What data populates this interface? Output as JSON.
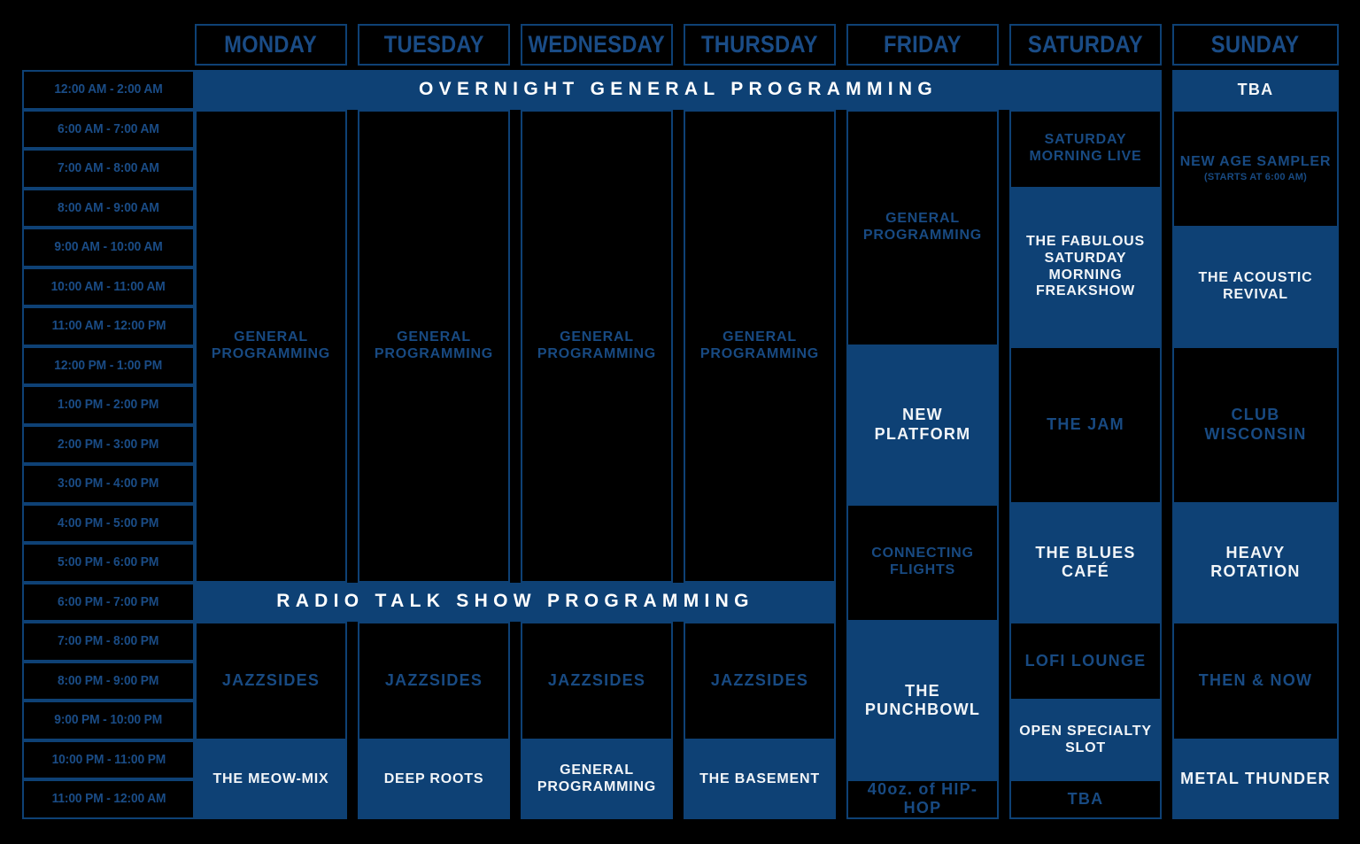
{
  "palette": {
    "background": "#000000",
    "accent_blue": "#0E4175",
    "text_blue": "#184A82",
    "text_light": "#F2F5F8"
  },
  "day_headers": [
    "MONDAY",
    "TUESDAY",
    "WEDNESDAY",
    "THURSDAY",
    "FRIDAY",
    "SATURDAY",
    "SUNDAY"
  ],
  "time_slots": [
    "12:00 AM - 2:00 AM",
    "6:00 AM - 7:00 AM",
    "7:00 AM - 8:00 AM",
    "8:00 AM - 9:00 AM",
    "9:00 AM - 10:00 AM",
    "10:00 AM - 11:00 AM",
    "11:00 AM - 12:00 PM",
    "12:00 PM - 1:00 PM",
    "1:00 PM - 2:00 PM",
    "2:00 PM - 3:00 PM",
    "3:00 PM - 4:00 PM",
    "4:00 PM - 5:00 PM",
    "5:00 PM - 6:00 PM",
    "6:00 PM - 7:00 PM",
    "7:00 PM - 8:00 PM",
    "8:00 PM - 9:00 PM",
    "9:00 PM - 10:00 PM",
    "10:00 PM - 11:00 PM",
    "11:00 PM - 12:00 AM"
  ],
  "banners": {
    "overnight": "OVERNIGHT GENERAL PROGRAMMING",
    "talk_show": "RADIO TALK SHOW PROGRAMMING"
  },
  "programs": {
    "monday": [
      {
        "title": "GENERAL PROGRAMMING",
        "style": "dark"
      },
      {
        "title": "JAZZSIDES",
        "style": "dark"
      },
      {
        "title": "THE MEOW-MIX",
        "style": "light"
      }
    ],
    "tuesday": [
      {
        "title": "GENERAL PROGRAMMING",
        "style": "dark"
      },
      {
        "title": "JAZZSIDES",
        "style": "dark"
      },
      {
        "title": "DEEP ROOTS",
        "style": "light"
      }
    ],
    "wednesday": [
      {
        "title": "GENERAL PROGRAMMING",
        "style": "dark"
      },
      {
        "title": "JAZZSIDES",
        "style": "dark"
      },
      {
        "title": "GENERAL PROGRAMMING",
        "style": "light"
      }
    ],
    "thursday": [
      {
        "title": "GENERAL PROGRAMMING",
        "style": "dark"
      },
      {
        "title": "JAZZSIDES",
        "style": "dark"
      },
      {
        "title": "THE BASEMENT",
        "style": "light"
      }
    ],
    "friday": [
      {
        "title": "GENERAL PROGRAMMING",
        "style": "dark"
      },
      {
        "title": "NEW PLATFORM",
        "style": "light"
      },
      {
        "title": "CONNECTING FLIGHTS",
        "style": "dark"
      },
      {
        "title": "THE PUNCHBOWL",
        "style": "light"
      },
      {
        "title": "40oz. of HIP-HOP",
        "style": "dark"
      }
    ],
    "saturday": [
      {
        "title": "SATURDAY MORNING LIVE",
        "style": "dark"
      },
      {
        "title": "THE FABULOUS SATURDAY MORNING FREAKSHOW",
        "style": "light"
      },
      {
        "title": "THE JAM",
        "style": "dark"
      },
      {
        "title": "THE BLUES CAFÉ",
        "style": "light"
      },
      {
        "title": "LOFI LOUNGE",
        "style": "dark"
      },
      {
        "title": "OPEN SPECIALTY SLOT",
        "style": "light"
      },
      {
        "title": "TBA",
        "style": "dark"
      }
    ],
    "sunday": [
      {
        "title": "TBA",
        "style": "light"
      },
      {
        "title": "NEW AGE SAMPLER",
        "subtitle": "(STARTS AT 6:00 AM)",
        "style": "dark"
      },
      {
        "title": "THE ACOUSTIC REVIVAL",
        "style": "light"
      },
      {
        "title": "CLUB WISCONSIN",
        "style": "dark"
      },
      {
        "title": "HEAVY ROTATION",
        "style": "light"
      },
      {
        "title": "THEN & NOW",
        "style": "dark"
      },
      {
        "title": "METAL THUNDER",
        "style": "light"
      }
    ]
  }
}
